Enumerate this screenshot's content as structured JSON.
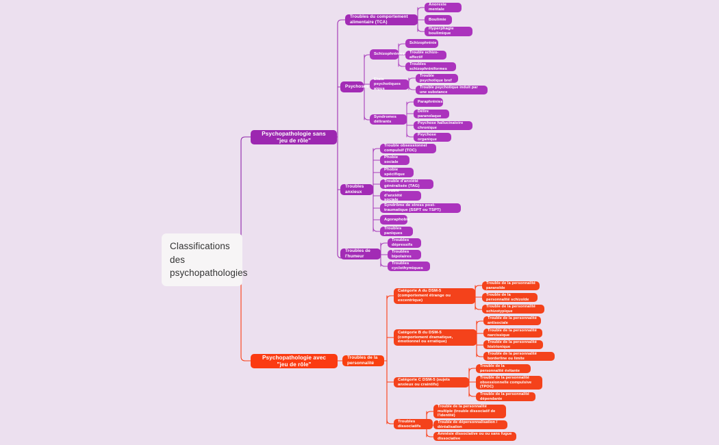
{
  "diagram": {
    "title": "Classifications des psychopathologies",
    "type": "mindmap",
    "background_color": "#ece0ef",
    "branch_colors": {
      "purple": "#9c27b0",
      "orange": "#fb3b12",
      "root_background": "#f7f5f6",
      "root_text": "#333333"
    }
  },
  "root": {
    "label": "Classifications des psychopathologies"
  },
  "branch_purple": {
    "label": "Psychopathologie sans \"jeu de rôle\"",
    "children": {
      "tca": {
        "label": "Troubles du comportement alimentaire (TCA)",
        "items": [
          "Anorexie mentale",
          "Boulimie",
          "Hyperphagie boulimique"
        ]
      },
      "psychoses": {
        "label": "Psychoses",
        "groups": {
          "schizophrenies": {
            "label": "Schizophrénies",
            "items": [
              "Schizophrénie",
              "Trouble schizo-affectif",
              "Troubles schizophréniformes"
            ]
          },
          "etats_aigus": {
            "label": "Etats psychotiques aigus",
            "items": [
              "Trouble psychotique bref",
              "Trouble psychotique induit par une substance"
            ]
          },
          "syndromes_delirants": {
            "label": "Syndromes délirants",
            "items": [
              "Paraphrénies",
              "Délire paranoïaque",
              "Psychose hallucinatoire chronique",
              "Psychose organique"
            ]
          }
        }
      },
      "anxieux": {
        "label": "Troubles anxieux",
        "items": [
          "Trouble obsessionnel compulsif (TOC)",
          "Phobie sociale",
          "Phobie spécifique",
          "Trouble d'anxiété généralisée (TAG)",
          "Trouble d'anxiété sociale",
          "Syndrôme de stress post-traumatique (SSPT ou TSPT)",
          "Agoraphobie",
          "Troubles paniques"
        ]
      },
      "humeur": {
        "label": "Troubles de l'humeur",
        "items": [
          "Troubles dépressifs",
          "Troubles bipolaires",
          "Troubles cyclothymiques"
        ]
      }
    }
  },
  "branch_orange": {
    "label": "Psychopathologie avec \"jeu de rôle\"",
    "personnalite": {
      "label": "Troubles de la personnalité",
      "groups": {
        "categorie_a": {
          "label": "Catégorie A du DSM-5 (comportement étrange ou excentrique)",
          "items": [
            "Trouble de la personnalité paranoïde",
            "Trouble de la personnalité schizoïde",
            "Trouble de la personnalité schizotypique"
          ]
        },
        "categorie_b": {
          "label": "Catégorie B du DSM-5 (comportement dramatique, émotionnel ou erratique)",
          "items": [
            "Trouble de la personnalité antisociale",
            "Trouble de la personnalité narcissique",
            "Trouble de la personnalité histrionique",
            "Trouble de la personnalité borderline ou limite"
          ]
        },
        "categorie_c": {
          "label": "Catégorie C DSM-5 (sujets anxieux ou craintifs)",
          "items": [
            "Trouble de la personnalité évitante",
            "Trouble de la personnalité obsessionnelle compulsive (TPOC)",
            "Trouble de la personnalité dépendante"
          ]
        },
        "dissociatifs": {
          "label": "Troubles dissociatifs",
          "items": [
            "Trouble de la personnalité multiple (trouble dissociatif  de l'identité)",
            "Trouble de dépersonnalisation / déréalisation",
            "Amnésie dissociative ou ou sans fugue dissociative"
          ]
        }
      }
    }
  }
}
